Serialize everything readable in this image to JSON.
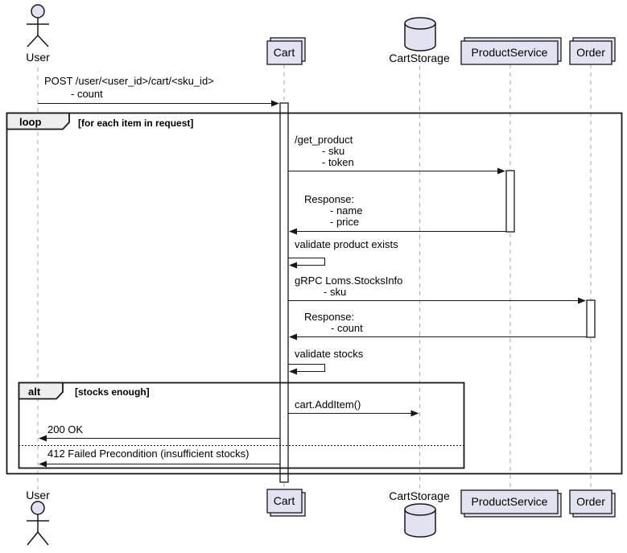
{
  "colors": {
    "background": "#FFFFFF",
    "participant_fill": "#E2E2F0",
    "participant_border": "#181818",
    "lifeline": "#A8A8A8",
    "frame_label_fill": "#EEEEEE",
    "text": "#000000"
  },
  "participants": {
    "user": {
      "label": "User",
      "type": "actor"
    },
    "cart": {
      "label": "Cart",
      "type": "collections"
    },
    "cart_storage": {
      "label": "CartStorage",
      "type": "database"
    },
    "product_service": {
      "label": "ProductService",
      "type": "collections"
    },
    "order": {
      "label": "Order",
      "type": "collections"
    }
  },
  "frames": {
    "loop": {
      "operator": "loop",
      "condition": "[for each item in request]"
    },
    "alt": {
      "operator": "alt",
      "condition": "[stocks enough]"
    }
  },
  "messages": {
    "post_cart": {
      "from": "User",
      "to": "Cart",
      "lines": [
        "POST /user/<user_id>/cart/<sku_id>",
        "- count"
      ]
    },
    "get_product": {
      "from": "Cart",
      "to": "ProductService",
      "lines": [
        "/get_product",
        "- sku",
        "- token"
      ]
    },
    "get_product_response": {
      "from": "ProductService",
      "to": "Cart",
      "lines": [
        "Response:",
        "- name",
        "- price"
      ]
    },
    "validate_product": {
      "from": "Cart",
      "to": "Cart",
      "lines": [
        "validate product exists"
      ]
    },
    "stocks_info": {
      "from": "Cart",
      "to": "Order",
      "lines": [
        "gRPC Loms.StocksInfo",
        "- sku"
      ]
    },
    "stocks_info_response": {
      "from": "Order",
      "to": "Cart",
      "lines": [
        "Response:",
        "- count"
      ]
    },
    "validate_stocks": {
      "from": "Cart",
      "to": "Cart",
      "lines": [
        "validate stocks"
      ]
    },
    "add_item": {
      "from": "Cart",
      "to": "CartStorage",
      "lines": [
        "cart.AddItem()"
      ]
    },
    "ok_200": {
      "from": "Cart",
      "to": "User",
      "lines": [
        "200 OK"
      ]
    },
    "failed_412": {
      "from": "Cart",
      "to": "User",
      "lines": [
        "412 Failed Precondition (insufficient stocks)"
      ]
    }
  }
}
